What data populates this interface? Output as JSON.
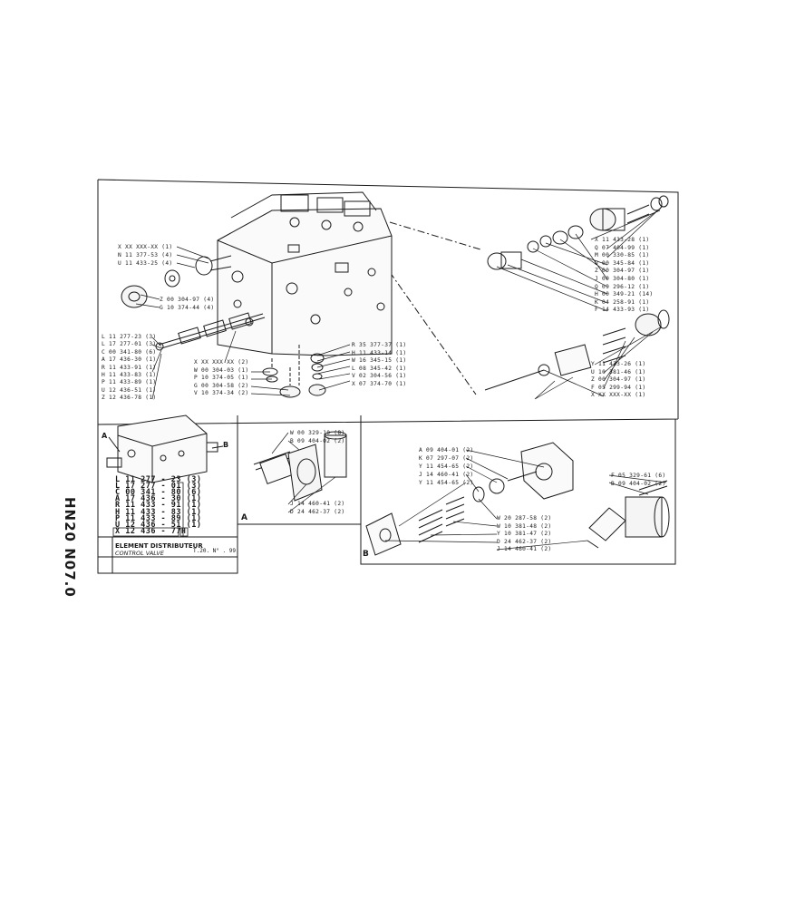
{
  "title": {
    "code": "HN20 N07.0",
    "french": "ELEMENT DISTRIBUTEUR",
    "english": "CONTROL VALVE",
    "page": "T.20. N° . 99."
  },
  "section_labels": {
    "a": "A",
    "b": "B"
  },
  "main_left_upper": [
    "X XX XXX-XX (1)",
    "N 11 377-53 (4)",
    "U 11 433-25 (4)"
  ],
  "main_left_mid": [
    "Z 00 304-97 (4)",
    "G 10 374-44 (4)"
  ],
  "main_left_lower": [
    "L 11 277-23 (3)",
    "L 17 277-01 (3)",
    "C 00 341-80 (6)",
    "A 17 436-30 (1)",
    "R 11 433-91 (1)",
    "H 11 433-83 (1)",
    "P 11 433-89 (1)",
    "U 12 436-51 (1)",
    "Z 12 436-78 (1)"
  ],
  "main_bottom_center": [
    "X XX XXX-XX (2)",
    "W 00 304-03 (1)",
    "P 10 374-05 (1)",
    "G 00 304-58 (2)",
    "V 10 374-34 (2)"
  ],
  "main_bottom_right": [
    "R 35 377-37 (1)",
    "H 11 433-14 (1)",
    "W 16 345-15 (1)",
    "L 08 345-42 (1)",
    "V 02 304-56 (1)",
    "X 07 374-70 (1)"
  ],
  "main_right_upper": [
    "X 11 433-28 (1)",
    "Q 07 404-99 (1)",
    "M 00 330-85 (1)",
    "U 00 345-84 (1)",
    "Z 00 304-97 (1)",
    "J 00 304-80 (1)",
    "Q 09 296-12 (1)",
    "H 00 349-21 (14)",
    "K 04 258-91 (1)",
    "F 14 433-93 (1)"
  ],
  "main_right_lower": [
    "Y 11 433-26 (1)",
    "U 10 381-46 (1)",
    "Z 00 304-97 (1)",
    "F 05 299-94 (1)",
    "X XX XXX-XX (1)"
  ],
  "small_list": [
    "L 11 277 - 23 (3)",
    "L 17 277 - 01 (3)",
    "C 00 341 - 80 (6)",
    "A 17 436 - 30 (1)",
    "R 11 433 - 91 (1)",
    "H 11 433 - 83 (1)",
    "P 11 433 - 89 (1)",
    "U 12 436 - 51 (1)",
    "X 12 436 - 77"
  ],
  "small_list_extra": "H",
  "small_callouts": {
    "a": "A",
    "b": "B"
  },
  "box_a": [
    "W 00 329-10 (8)",
    "B 09 404-02 (2)",
    "J 14 460-41 (2)",
    "D 24 462-37 (2)"
  ],
  "box_b_left": [
    "A 09 404-01 (2)",
    "K 07 297-07 (2)",
    "Y 11 454-65 (2)",
    "J 14 460-41 (2)",
    "Y 11 454-65 (2)"
  ],
  "box_b_mid": [
    "W 20 287-58 (2)",
    "W 10 381-48 (2)",
    "Y 10 381-47 (2)",
    "D 24 462-37 (2)",
    "J 14 460-41 (2)"
  ],
  "box_b_right": [
    "F 05 329-61 (6)",
    "B 09 404-02 (2)"
  ]
}
